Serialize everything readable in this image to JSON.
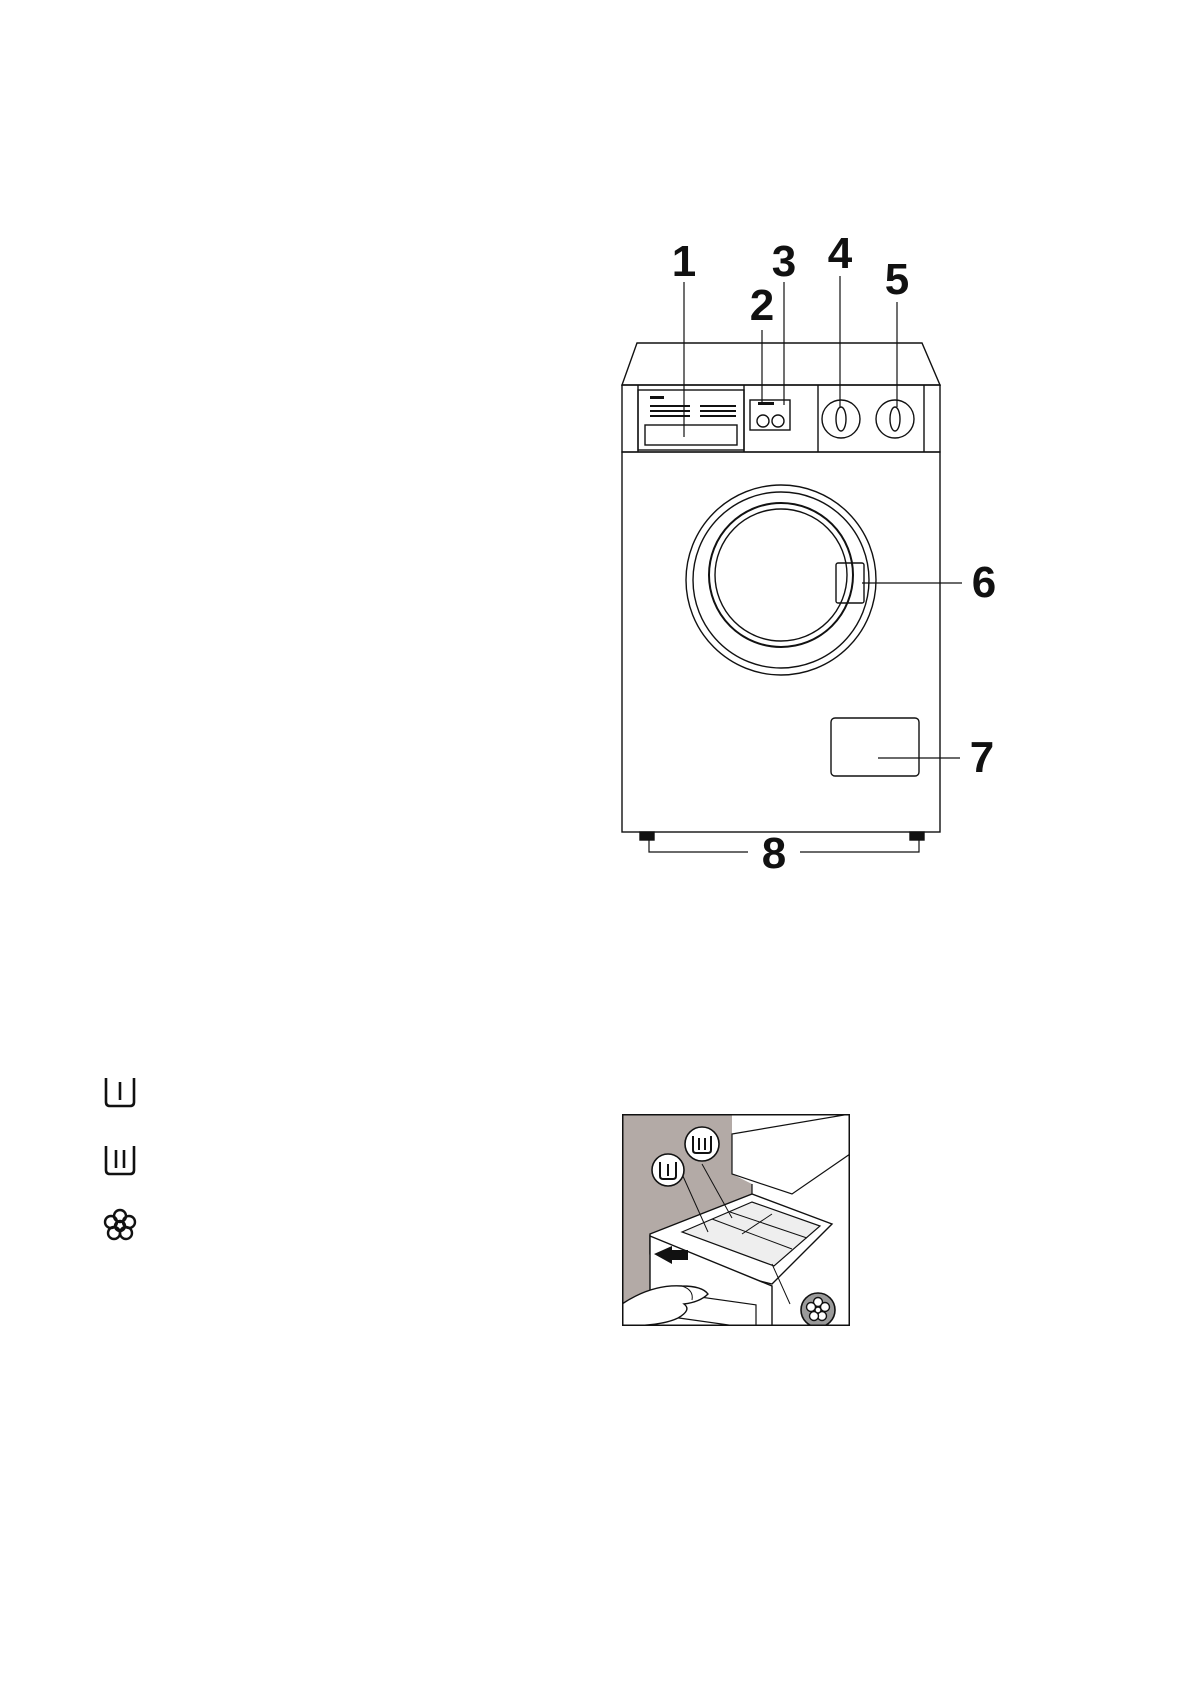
{
  "washer_diagram": {
    "callouts": [
      "1",
      "2",
      "3",
      "4",
      "5",
      "6",
      "7",
      "8"
    ]
  },
  "legend": {
    "icons": [
      "prewash-compartment-icon",
      "main-wash-compartment-icon",
      "fabric-softener-flower-icon"
    ]
  },
  "dispenser_illustration": {
    "icons": [
      "prewash-compartment-icon",
      "main-wash-compartment-icon",
      "fabric-softener-flower-icon"
    ]
  },
  "colors": {
    "ink": "#111111",
    "illustration_grey": "#b3aaa6",
    "softener_badge_grey": "#9a9a9a"
  }
}
